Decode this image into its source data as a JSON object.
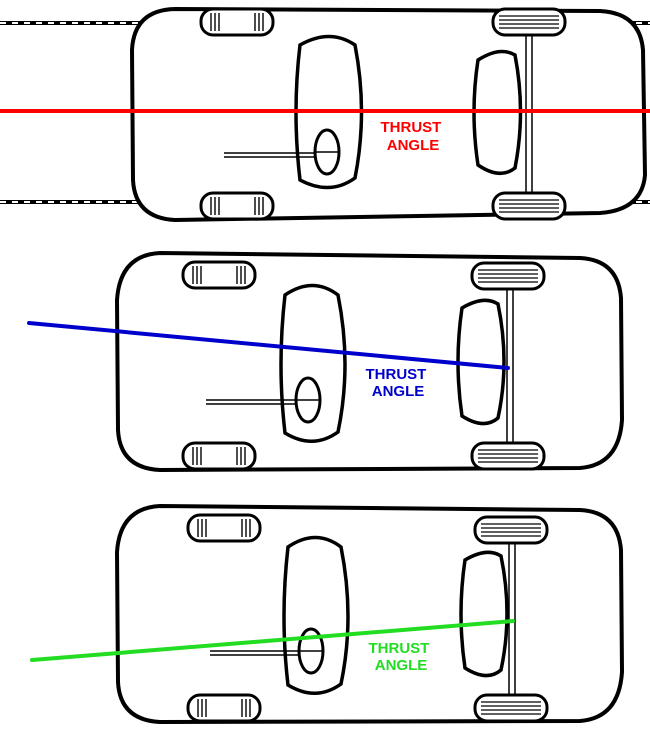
{
  "panels": [
    {
      "label_line1": "THRUST",
      "label_line2": "ANGLE",
      "line_color": "#ff0000",
      "variant": "aligned"
    },
    {
      "label_line1": "THRUST",
      "label_line2": "ANGLE",
      "line_color": "#0000cc",
      "variant": "angled-down"
    },
    {
      "label_line1": "THRUST",
      "label_line2": "ANGLE",
      "line_color": "#22dd22",
      "variant": "angled-up"
    }
  ],
  "colors": {
    "outline": "#000000",
    "car_fill": "#ffffff",
    "background": "#ffffff"
  }
}
